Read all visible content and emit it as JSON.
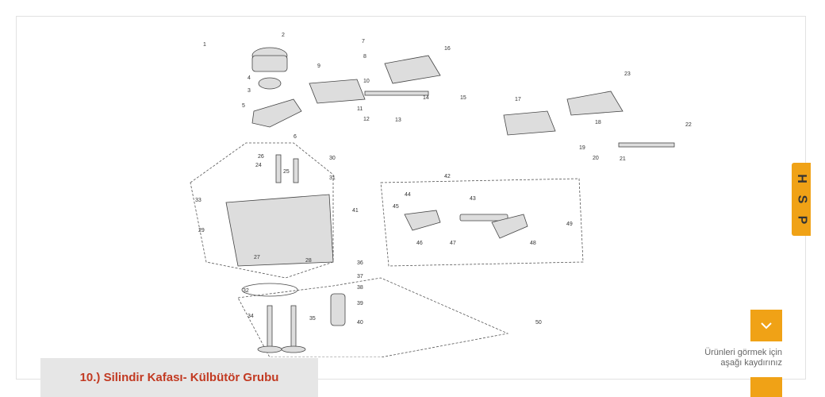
{
  "brand": {
    "letters": [
      "H",
      "S",
      "P"
    ]
  },
  "scroll": {
    "hint_line1": "Ürünleri görmek için",
    "hint_line2": "aşağı kaydırınız",
    "icon": "chevron-down-icon"
  },
  "caption": {
    "title": "10.) Silindir Kafası- Külbütör Grubu"
  },
  "diagram": {
    "part_numbers": [
      "1",
      "2",
      "3",
      "4",
      "5",
      "6",
      "7",
      "8",
      "9",
      "10",
      "11",
      "12",
      "13",
      "14",
      "15",
      "16",
      "17",
      "18",
      "19",
      "20",
      "21",
      "22",
      "23",
      "24",
      "25",
      "26",
      "27",
      "28",
      "29",
      "30",
      "31",
      "32",
      "33",
      "34",
      "35",
      "36",
      "37",
      "38",
      "39",
      "40",
      "41",
      "42",
      "43",
      "44",
      "45",
      "46",
      "47",
      "48",
      "49",
      "50"
    ]
  },
  "colors": {
    "accent": "#f0a216",
    "caption_text": "#c23a22",
    "caption_bg": "#e6e6e6"
  }
}
